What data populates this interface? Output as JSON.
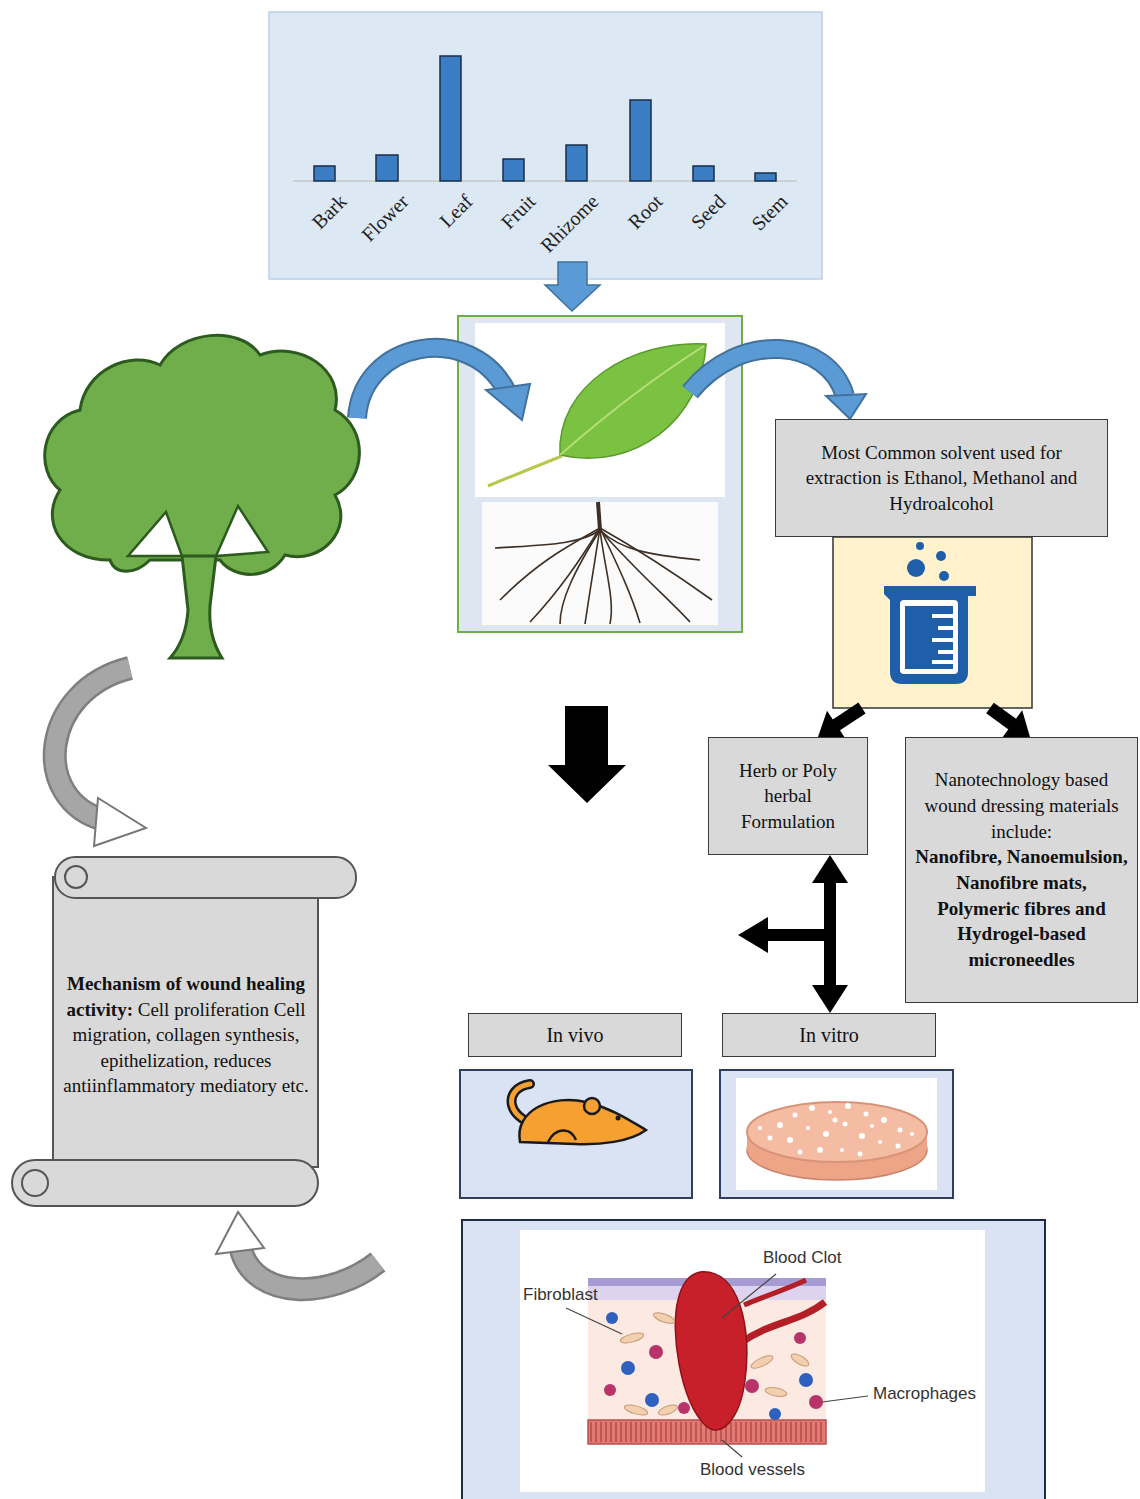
{
  "diagram": {
    "nodes": [
      {
        "text": [
          "Most Common solvent used for extraction is Ethanol, Methanol and Hydroalcohol"
        ]
      },
      {
        "text": [
          "Herb or Poly herbal Formulation"
        ]
      },
      {
        "text": [
          "Nanotechnology based wound dressing materials include:",
          "Nanofibre, Nanoemulsion, Nanofibre mats, Polymeric fibres and Hydrogel-based microneedles"
        ]
      },
      {
        "text": [
          "Mechanism of wound healing activity:",
          "Cell proliferation Cell migration, collagen synthesis, epithelization, reduces antiinflammatory mediatory etc."
        ]
      },
      {
        "text": [
          "In vivo"
        ]
      },
      {
        "text": [
          "In vitro"
        ]
      }
    ],
    "edges": [
      {
        "from": 0,
        "to": 1,
        "arrow": "to"
      },
      {
        "from": 0,
        "to": 2,
        "arrow": "to"
      },
      {
        "from": 1,
        "to": 5,
        "arrow": "both"
      }
    ],
    "labels": [
      "Bark",
      "Flower",
      "Leaf",
      "Fruit",
      "Rhizome",
      "Root",
      "Seed",
      "Stem",
      "Blood Clot",
      "Fibroblast",
      "Macrophages",
      "Blood vessels"
    ]
  }
}
